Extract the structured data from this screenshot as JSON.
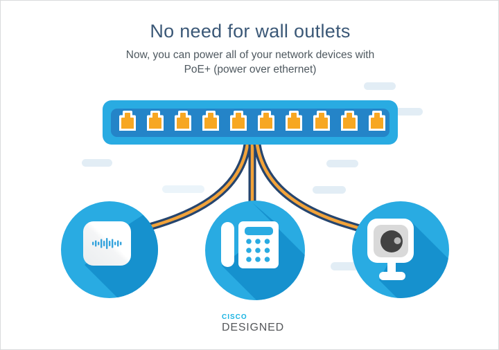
{
  "header": {
    "title": "No need for wall outlets",
    "subtitle_line1": "Now, you can power all of your network devices with",
    "subtitle_line2": "PoE+ (power over ethernet)"
  },
  "diagram": {
    "switch": {
      "icon": "poe-switch-icon",
      "port_icon": "ethernet-port-icon",
      "port_count": 10
    },
    "cables": [
      "ethernet-cable-left",
      "ethernet-cable-middle",
      "ethernet-cable-right"
    ],
    "devices": [
      {
        "icon": "wireless-access-point-icon"
      },
      {
        "icon": "ip-phone-icon"
      },
      {
        "icon": "security-camera-icon"
      }
    ]
  },
  "brand": {
    "company": "CISCO",
    "program": "DESIGNED"
  },
  "colors": {
    "circle_blue": "#29abe2",
    "long_shadow_blue": "#1691ce",
    "switch_frame_blue": "#29abe2",
    "switch_panel_blue": "#2484c8",
    "port_orange": "#f7a722",
    "cable_navy": "#26456e",
    "cable_gold": "#f2a33a",
    "pill_light_blue": "#e2edf5",
    "pill_lighter_blue": "#ebf4fa",
    "title_navy": "#3b5877",
    "subtitle_gray": "#4e585f",
    "cisco_cyan": "#18b3e2",
    "designed_gray": "#55575a",
    "icon_white": "#ffffff",
    "camera_body_gray": "#d9d9d9",
    "camera_lens_dark": "#424242"
  }
}
